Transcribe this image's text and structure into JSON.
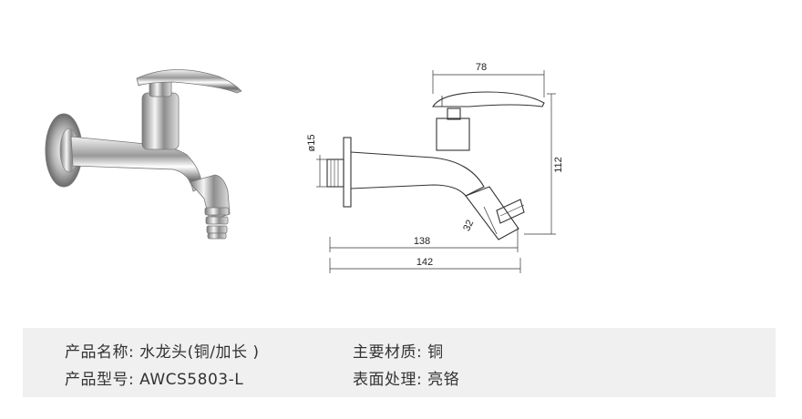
{
  "drawing": {
    "dim_width_top": "78",
    "dim_height": "112",
    "dim_inlet": "ø15",
    "dim_outlet": "32",
    "dim_length_spout": "138",
    "dim_length_total": "142"
  },
  "specs": {
    "name_label": "产品名称:",
    "name_value": "水龙头(铜/加长 )",
    "model_label": "产品型号:",
    "model_value": "AWCS5803-L",
    "material_label": "主要材质:",
    "material_value": "铜",
    "finish_label": "表面处理:",
    "finish_value": "亮铬"
  }
}
